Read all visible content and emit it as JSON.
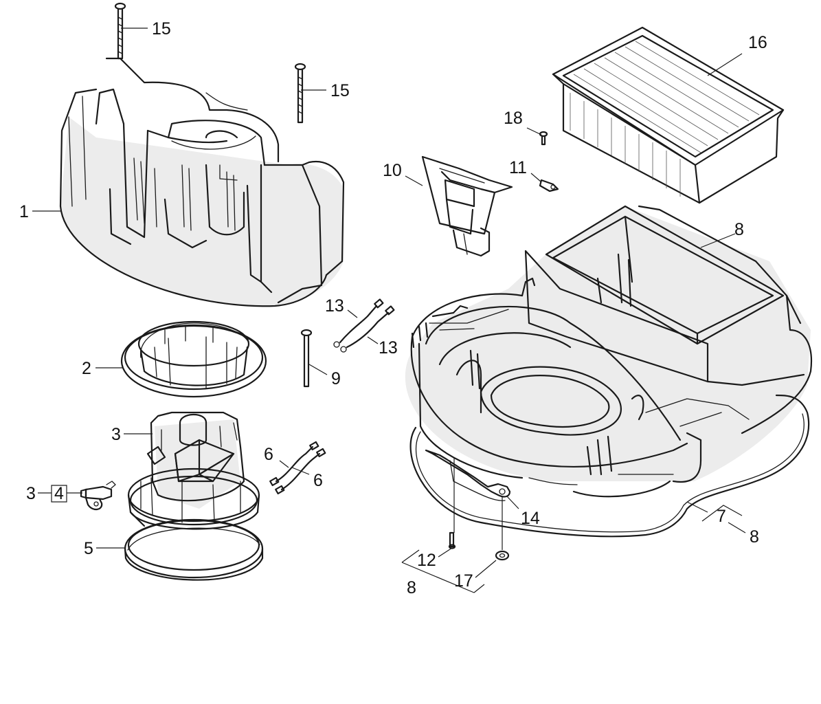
{
  "callouts": {
    "c1": "1",
    "c2": "2",
    "c3a": "3",
    "c3b": "3",
    "c4": "4",
    "c5": "5",
    "c6a": "6",
    "c6b": "6",
    "c7": "7",
    "c8a": "8",
    "c8b": "8",
    "c8c": "8",
    "c9": "9",
    "c10": "10",
    "c11": "11",
    "c12": "12",
    "c13a": "13",
    "c13b": "13",
    "c14": "14",
    "c15a": "15",
    "c15b": "15",
    "c16": "16",
    "c17": "17",
    "c18": "18"
  },
  "colors": {
    "line": "#1a1a1a",
    "shade": "#ececec",
    "background": "#ffffff"
  }
}
